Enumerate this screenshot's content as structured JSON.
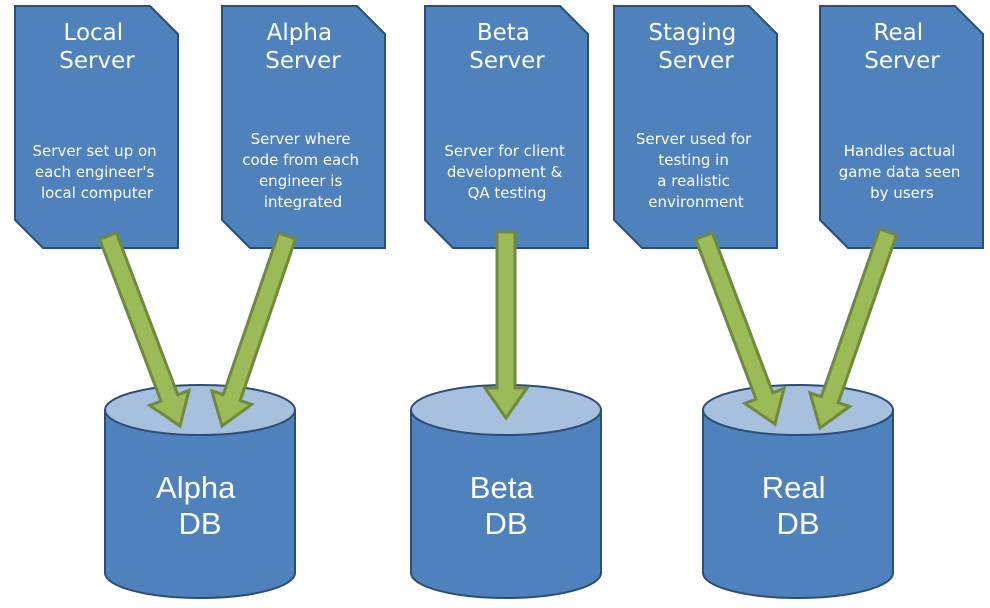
{
  "colors": {
    "server_fill": "#4f81bd",
    "server_stroke": "#2c4d75",
    "db_fill": "#4f81bd",
    "db_top": "#a7c0de",
    "db_stroke": "#2c4d75",
    "arrow_fill": "#9bbb59",
    "arrow_stroke": "#71893f"
  },
  "servers": [
    {
      "title": [
        "Local",
        "Server"
      ],
      "description": [
        "Server set up on",
        "each engineer's",
        "local computer"
      ]
    },
    {
      "title": [
        "Alpha",
        "Server"
      ],
      "description": [
        "Server where",
        "code from each",
        "engineer is",
        "integrated"
      ]
    },
    {
      "title": [
        "Beta",
        "Server"
      ],
      "description": [
        "Server for client",
        "development &",
        "QA testing"
      ]
    },
    {
      "title": [
        "Staging",
        "Server"
      ],
      "description": [
        "Server used for",
        "testing in",
        "a realistic",
        "environment"
      ]
    },
    {
      "title": [
        "Real",
        "Server"
      ],
      "description": [
        "Handles actual",
        "game data seen",
        "by users"
      ]
    }
  ],
  "databases": [
    {
      "label": [
        "Alpha",
        "DB"
      ]
    },
    {
      "label": [
        "Beta",
        "DB"
      ]
    },
    {
      "label": [
        "Real",
        "DB"
      ]
    }
  ],
  "connections": [
    {
      "from": "Local Server",
      "to": "Alpha DB"
    },
    {
      "from": "Alpha Server",
      "to": "Alpha DB"
    },
    {
      "from": "Beta Server",
      "to": "Beta DB"
    },
    {
      "from": "Staging Server",
      "to": "Real DB"
    },
    {
      "from": "Real Server",
      "to": "Real DB"
    }
  ]
}
